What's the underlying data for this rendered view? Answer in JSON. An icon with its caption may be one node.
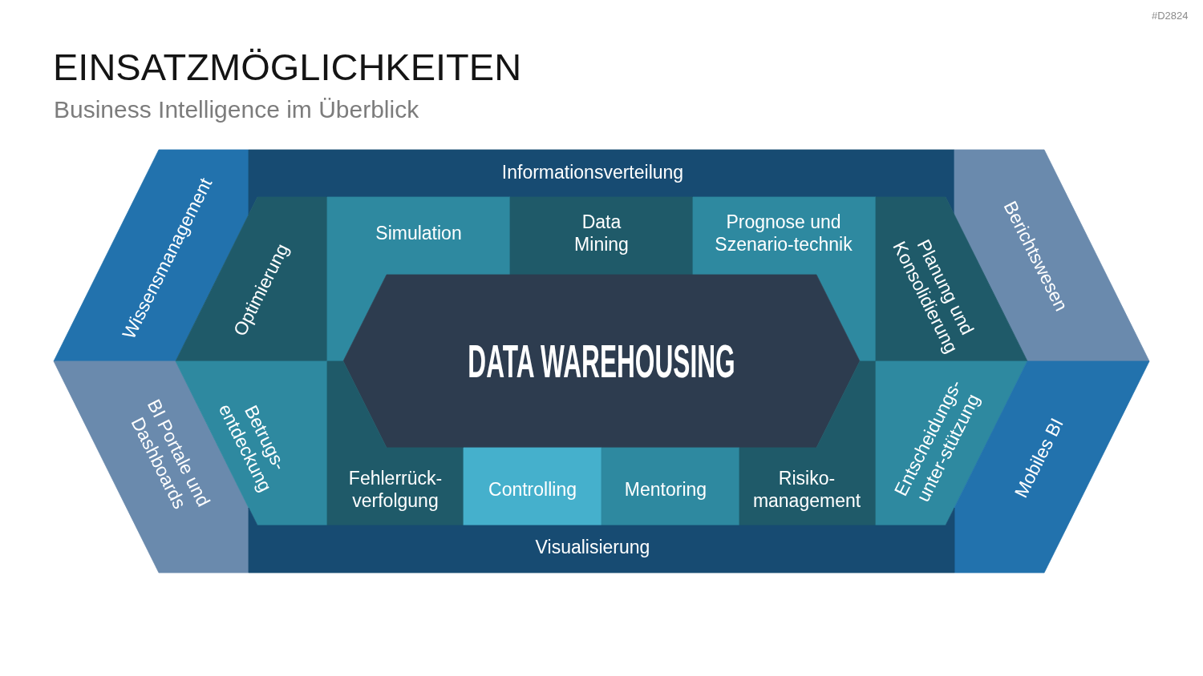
{
  "diagram": {
    "title": "EINSATZMÖGLICHKEITEN",
    "nodes": [
      {
        "text": [
          "Wissensmanagement"
        ]
      },
      {
        "text": [
          "Informationsverteilung"
        ]
      },
      {
        "text": [
          "Berichtswesen"
        ]
      },
      {
        "text": [
          "Optimierung"
        ]
      },
      {
        "text": [
          "Simulation"
        ]
      },
      {
        "text": [
          "Data Mining"
        ]
      },
      {
        "text": [
          "Prognose und Szenario-technik"
        ]
      },
      {
        "text": [
          "Planung und Konsolidierung"
        ]
      },
      {
        "text": [
          "DATA WAREHOUSING"
        ]
      },
      {
        "text": [
          "BI Portale und Dashboards"
        ]
      },
      {
        "text": [
          "Betrugs- entdeckung"
        ]
      },
      {
        "text": [
          "Fehlerrück- verfolgung"
        ]
      },
      {
        "text": [
          "Controlling"
        ]
      },
      {
        "text": [
          "Mentoring"
        ]
      },
      {
        "text": [
          "Risiko- management"
        ]
      },
      {
        "text": [
          "Entscheidungs- unter-stützung"
        ]
      },
      {
        "text": [
          "Mobiles BI"
        ]
      },
      {
        "text": [
          "Visualisierung"
        ]
      }
    ],
    "labels": [
      "#D2824",
      "Business Intelligence im Überblick"
    ]
  }
}
